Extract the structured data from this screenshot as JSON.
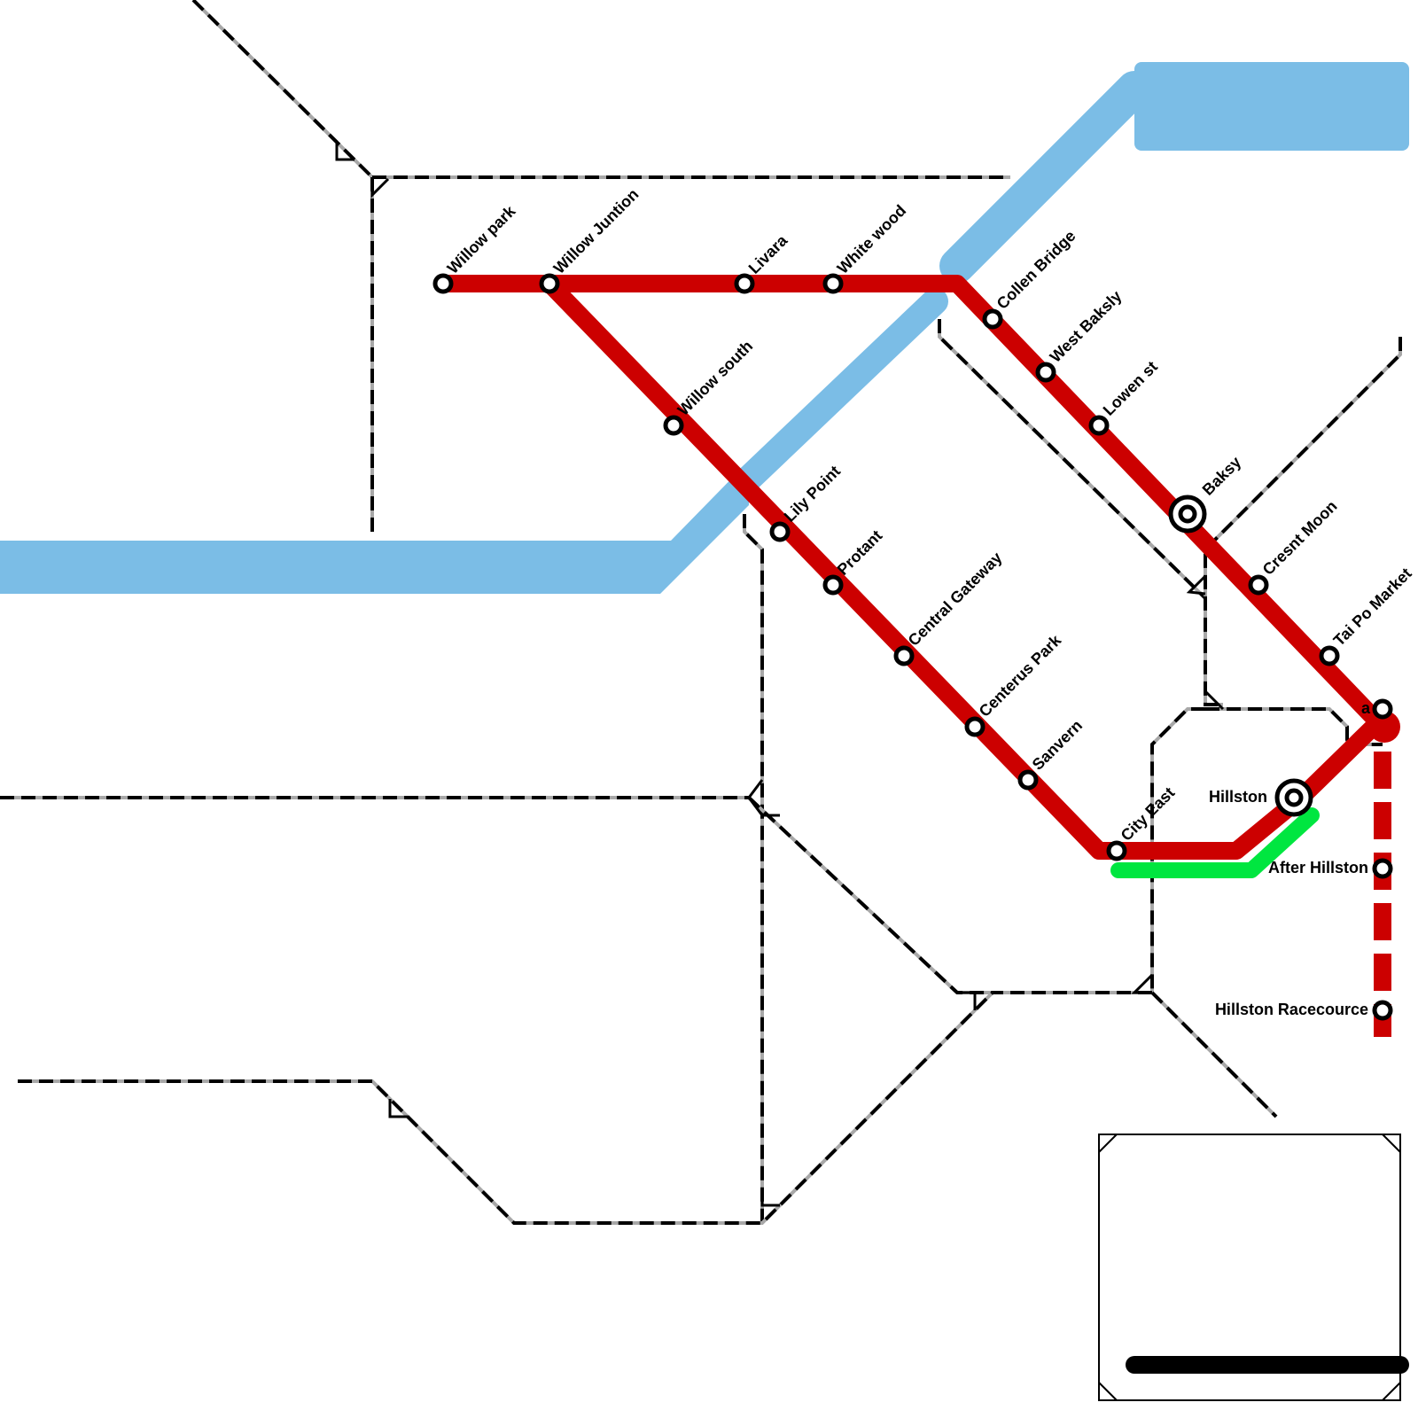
{
  "map": {
    "colors": {
      "water": "#7bbde6",
      "red_line": "#cc0000",
      "green_line": "#00e640",
      "station_fill": "#ffffff",
      "station_stroke": "#000000",
      "road": "#000000"
    },
    "red_line": {
      "stations": {
        "willow_park": "Willow park",
        "willow_junction": "Willow Juntion",
        "livara": "Livara",
        "white_wood": "White wood",
        "collen_bridge": "Collen Bridge",
        "west_baksly": "West Baksly",
        "lowen_st": "Lowen st",
        "baksy": "Baksy",
        "cresnt_moon": "Cresnt Moon",
        "tai_po_market": "Tai Po Market",
        "a": "a",
        "hillston": "Hillston",
        "willow_south": "Willow south",
        "lily_point": "Lily Point",
        "protant": "Protant",
        "central_gateway": "Central Gateway",
        "centerus_park": "Centerus Park",
        "sanvern": "Sanvern",
        "city_east": "City East"
      },
      "interchanges": [
        "Baksy",
        "Hillston"
      ]
    },
    "red_branch_dashed": {
      "stations": {
        "after_hillston": "After Hillston",
        "hillston_racecource": "Hillston Racecource"
      }
    },
    "legend_box": {
      "visible": true
    }
  }
}
